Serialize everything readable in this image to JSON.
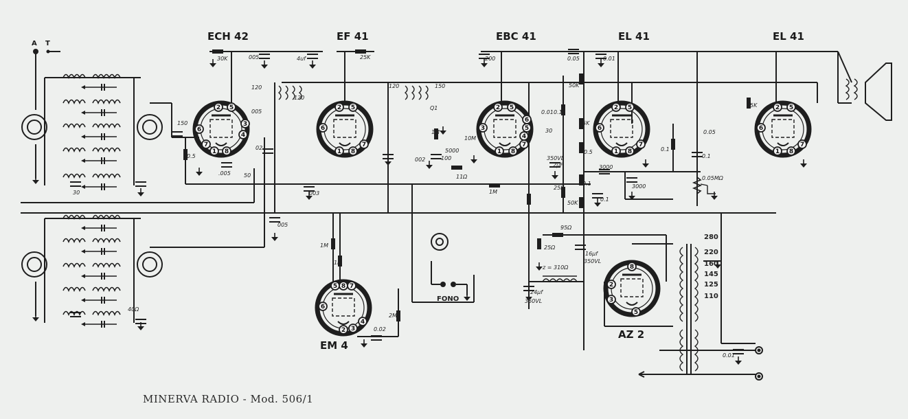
{
  "caption": "MINERVA RADIO - Mod. 506/1",
  "tubes": [
    {
      "label": "ECH 42",
      "pins": [
        "2",
        "5",
        "6",
        "3",
        "7",
        "4",
        "1",
        "8"
      ]
    },
    {
      "label": "EF 41",
      "pins": [
        "2",
        "5",
        "6",
        "7",
        "1",
        "8"
      ]
    },
    {
      "label": "EBC 41",
      "pins": [
        "2",
        "5",
        "3",
        "6",
        "4",
        "5",
        "7",
        "1",
        "8"
      ]
    },
    {
      "label": "EL 41",
      "pins": [
        "2",
        "5",
        "6",
        "7",
        "1",
        "8"
      ]
    },
    {
      "label": "EL 41",
      "pins": [
        "2",
        "5",
        "6",
        "7",
        "1",
        "8"
      ]
    },
    {
      "label": "EM 4",
      "pins": [
        "5",
        "8",
        "7",
        "6",
        "2",
        "3",
        "4"
      ]
    },
    {
      "label": "AZ 2",
      "pins": [
        "8",
        "2",
        "3",
        "5"
      ]
    }
  ],
  "antenna": {
    "a": "A",
    "t": "T"
  },
  "component_values": {
    "r_30k": "30K",
    "c_005_a": "005",
    "c_4uf": "4uf",
    "r_25k_a": "25K",
    "c_200": "200",
    "c_005_top": "0.05",
    "c_001_a": "0.01",
    "c_120_a": "120",
    "c_120_b": "120",
    "c_120_c": "120",
    "c_150_a": "150",
    "c_005_b": "005",
    "c_150_in": "150",
    "r_05": "0.5",
    "c_005_c": ".005",
    "c_50": "50",
    "c_003": "003",
    "c_02": "02",
    "c_01_q": "Q1",
    "r_1m_a": "1M",
    "r_10m": "10M",
    "c_002": "002",
    "c_100": "100",
    "c_5000": "5000",
    "r_11": "11Ω",
    "r_01": "0.1",
    "c_30": "30",
    "r_50k": "50K",
    "r_5k_a": "5K",
    "r_05b": "0.5",
    "c_350vl": "350VL",
    "c_2mf": "2μF",
    "r_25k_b": "25K",
    "r_50k_b": "50K",
    "r_01b": "0.1",
    "r_01c": "0.1",
    "c_01": "0.1",
    "r_5k_b": "5K",
    "c_01_b": "0.1",
    "c_3000_a": "3000",
    "c_3000_b": "3000",
    "pot": "0.05MΩ",
    "r_1m_b": "1M",
    "r_1m_c": "1M",
    "r_1m_d": "1M",
    "r_95": "95Ω",
    "r_25": "25Ω",
    "c_16mf": "16μf",
    "c_16mf_v": "350VL",
    "choke": "z = 310Ω",
    "c_24mf": "24μf",
    "c_24mf_v": "350VL",
    "c_005_d": "005",
    "r_2m": "2M",
    "c_002_b": "0.02",
    "c_30b": "30",
    "c_40": "40Ω",
    "c_001_b": "0.01",
    "c_005_e": "0.05",
    "c_0_01": "0.01"
  },
  "transformer_taps": [
    "280",
    "220",
    "160",
    "145",
    "125",
    "110"
  ],
  "fono_label": "FONO"
}
